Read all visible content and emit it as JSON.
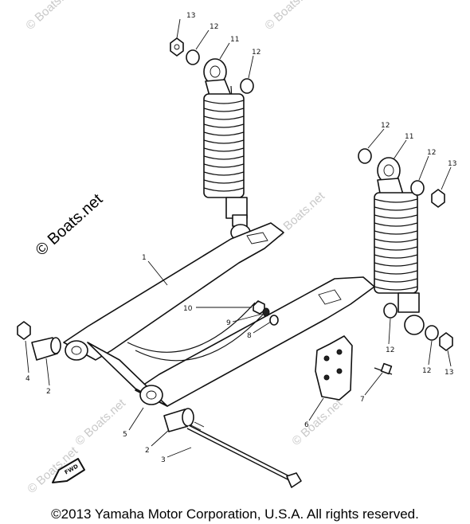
{
  "diagram": {
    "callouts": {
      "p1": "1",
      "p2a": "2",
      "p2b": "2",
      "p3": "3",
      "p4": "4",
      "p5": "5",
      "p6": "6",
      "p7": "7",
      "p8": "8",
      "p9": "9",
      "p10": "10",
      "p11a": "11",
      "p11b": "11",
      "p12a": "12",
      "p12b": "12",
      "p12c": "12",
      "p12d": "12",
      "p12e": "12",
      "p12f": "12",
      "p13a": "13",
      "p13b": "13",
      "p13c": "13"
    },
    "arrow_badge": "FWD"
  },
  "watermarks": {
    "main": "© Boats.net",
    "faint": "© Boats.net"
  },
  "footer": {
    "copyright": "©2013 Yamaha Motor Corporation, U.S.A. All rights reserved."
  }
}
